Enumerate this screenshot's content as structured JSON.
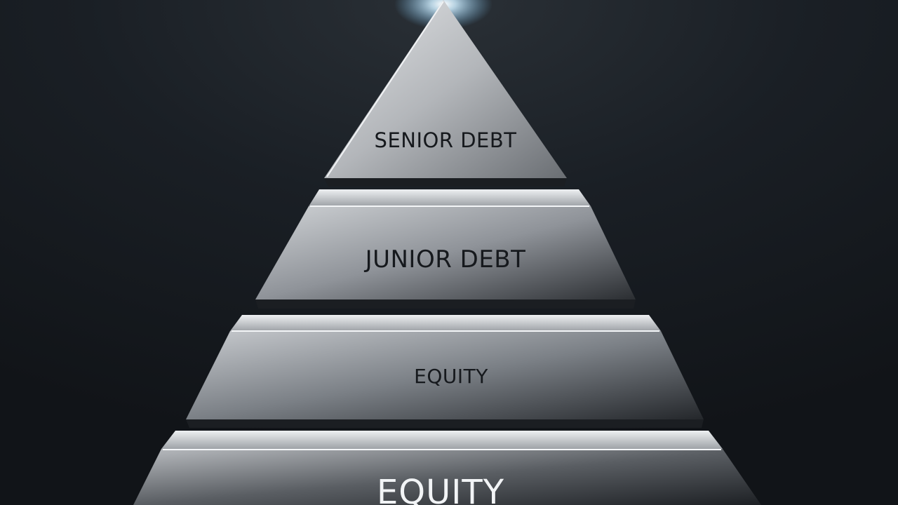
{
  "diagram": {
    "type": "pyramid",
    "tiers": [
      {
        "label": "SENIOR DEBT"
      },
      {
        "label": "JUNIOR DEBT"
      },
      {
        "label": "EQUITY"
      },
      {
        "label": "EQUITY"
      }
    ]
  },
  "colors": {
    "background": "#151a20",
    "tier_face_light": "#c9ccd0",
    "tier_face_dark": "#2a2d31",
    "tier_edge": "#e6e8ea",
    "glow": "#bfe6ff"
  }
}
